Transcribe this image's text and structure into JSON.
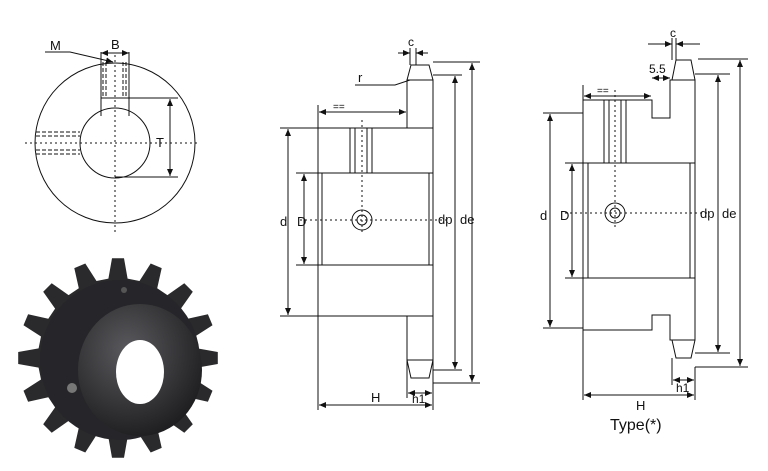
{
  "end_view": {
    "labels": {
      "M": "M",
      "B": "B",
      "T": "T"
    }
  },
  "section_standard": {
    "labels": {
      "c": "c",
      "r": "r",
      "eq": "==",
      "d": "d",
      "D": "D",
      "dp": "dp",
      "de": "de",
      "H": "H",
      "h1": "h1"
    }
  },
  "section_type": {
    "labels": {
      "c": "c",
      "groove": "5.5",
      "eq": "==",
      "d": "d",
      "D": "D",
      "dp": "dp",
      "de": "de",
      "H": "H",
      "h1": "h1"
    },
    "caption": "Type(*)"
  },
  "photo": {
    "subject": "sprocket-photo",
    "colors": {
      "body": "#2a2a2c",
      "highlight": "#5a5a5e"
    }
  }
}
